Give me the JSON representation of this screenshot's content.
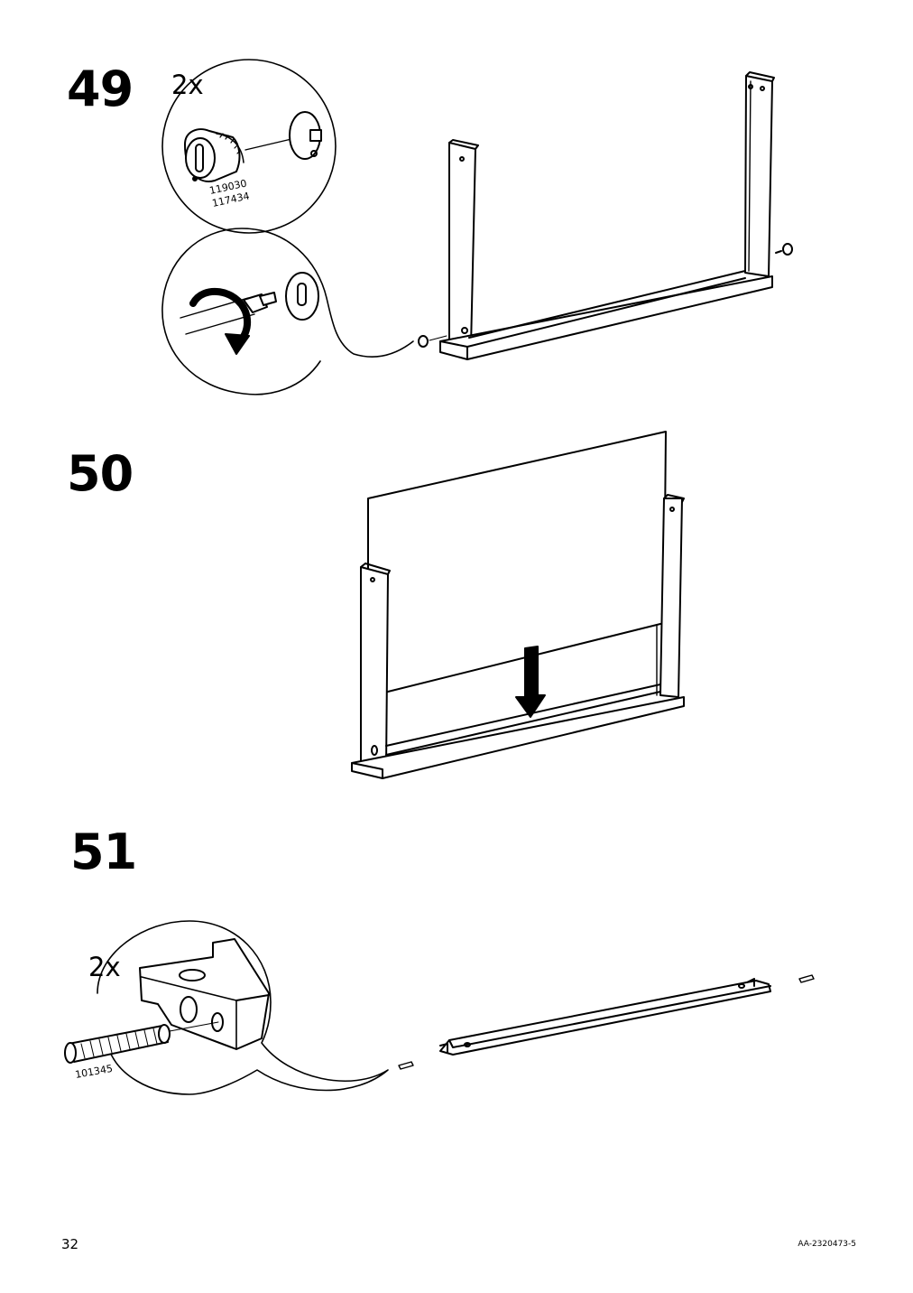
{
  "steps": [
    {
      "number": "49",
      "quantity": "2x",
      "part_numbers": [
        "119030",
        "117434"
      ]
    },
    {
      "number": "50"
    },
    {
      "number": "51",
      "quantity": "2x",
      "part_numbers": [
        "101345"
      ]
    }
  ],
  "footer": {
    "page_number": "32",
    "document_code": "AA-2320473-5"
  },
  "icons": [
    "cam-lock-icon",
    "screwdriver-turn-icon",
    "dowel-icon",
    "down-arrow-icon"
  ]
}
